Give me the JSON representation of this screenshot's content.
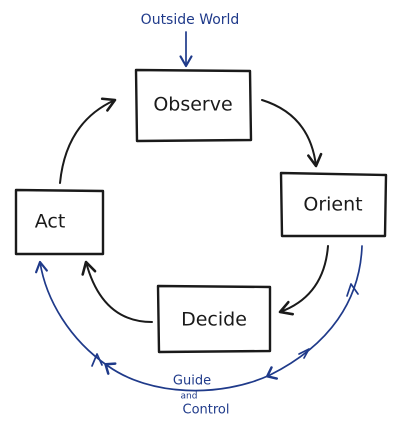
{
  "nodes": {
    "observe": "Observe",
    "orient": "Orient",
    "decide": "Decide",
    "act": "Act"
  },
  "input_label": "Outside World",
  "feedback_label": {
    "line1": "Guide",
    "line2": "and",
    "line3": "Control"
  },
  "colors": {
    "ink": "#1a1a1a",
    "feedback": "#1f3a8a"
  }
}
